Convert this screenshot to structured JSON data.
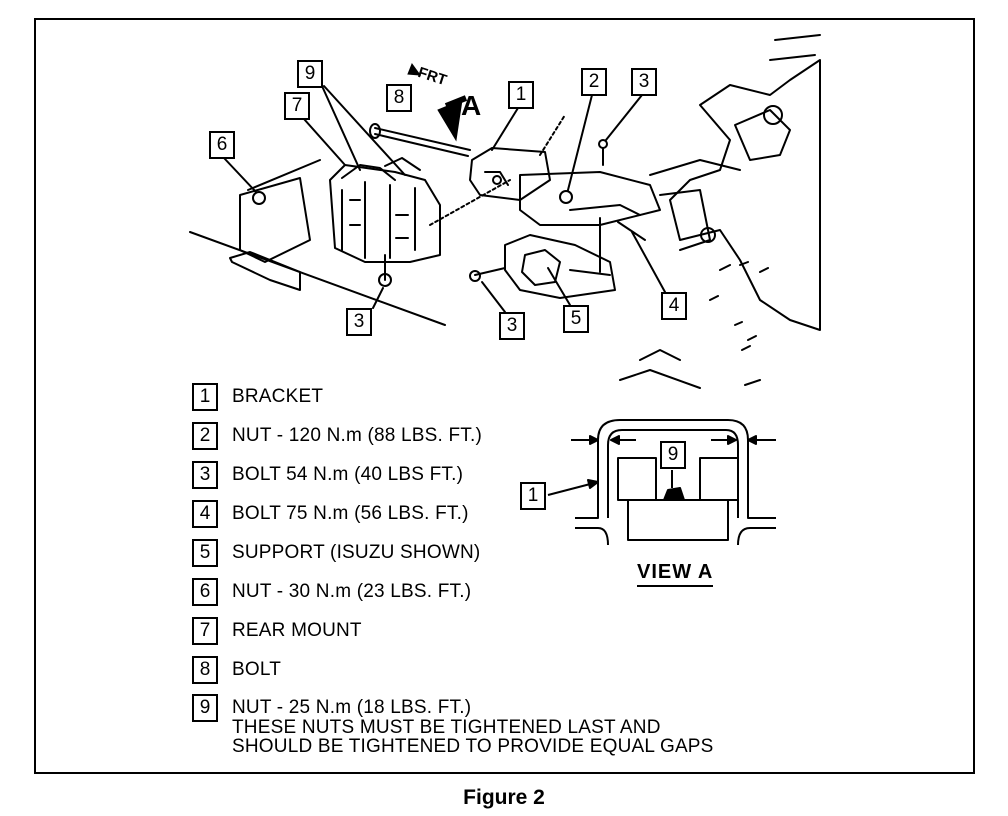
{
  "figure": {
    "caption": "Figure 2",
    "frt_label": "FRT",
    "view_arrow_label": "A"
  },
  "callouts": {
    "c9_top": "9",
    "c8": "8",
    "c1_top": "1",
    "c2": "2",
    "c3_top": "3",
    "c7": "7",
    "c6": "6",
    "c3_bottom_left": "3",
    "c3_bottom_mid": "3",
    "c5": "5",
    "c4": "4"
  },
  "legend": [
    {
      "num": "1",
      "text": "BRACKET"
    },
    {
      "num": "2",
      "text": "NUT - 120 N.m (88 LBS. FT.)"
    },
    {
      "num": "3",
      "text": "BOLT 54 N.m (40 LBS FT.)"
    },
    {
      "num": "4",
      "text": "BOLT 75 N.m (56 LBS. FT.)"
    },
    {
      "num": "5",
      "text": "SUPPORT (ISUZU SHOWN)"
    },
    {
      "num": "6",
      "text": "NUT - 30 N.m (23 LBS. FT.)"
    },
    {
      "num": "7",
      "text": "REAR MOUNT"
    },
    {
      "num": "8",
      "text": "BOLT"
    },
    {
      "num": "9",
      "text": "NUT - 25 N.m (18 LBS. FT.)"
    }
  ],
  "legend_note_line1": "THESE NUTS MUST BE TIGHTENED LAST AND",
  "legend_note_line2": "SHOULD BE TIGHTENED TO PROVIDE EQUAL GAPS",
  "view_a": {
    "title": "VIEW A",
    "callout_9": "9",
    "callout_1": "1"
  }
}
